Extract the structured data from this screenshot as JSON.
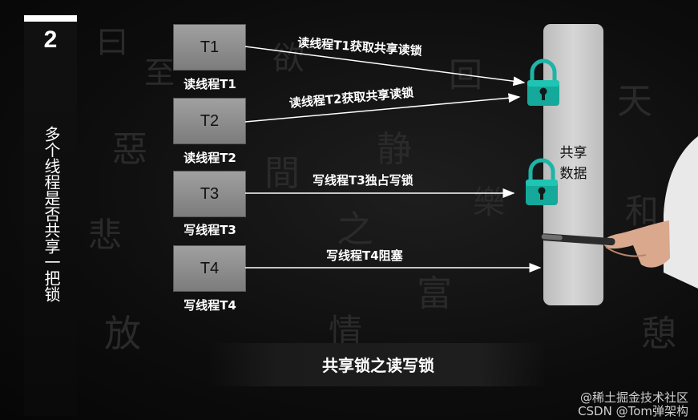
{
  "sidebar": {
    "number": "2",
    "title": "多个线程是否共享一把锁"
  },
  "threads": [
    {
      "id": "T1",
      "label": "读线程T1",
      "arrow_text": "读线程T1获取共享读锁"
    },
    {
      "id": "T2",
      "label": "读线程T2",
      "arrow_text": "读线程T2获取共享读锁"
    },
    {
      "id": "T3",
      "label": "写线程T3",
      "arrow_text": "写线程T3独占写锁"
    },
    {
      "id": "T4",
      "label": "写线程T4",
      "arrow_text": "写线程T4阻塞"
    }
  ],
  "shared_data": {
    "line1": "共享",
    "line2": "数据"
  },
  "banner": "共享锁之读写锁",
  "watermarks": {
    "line1": "@稀土掘金技术社区",
    "line2": "CSDN @Tom弹架构"
  },
  "colors": {
    "lock_teal": "#14a99a",
    "box_gray": "#8c8c8c",
    "shared_gray": "#cccccc"
  }
}
